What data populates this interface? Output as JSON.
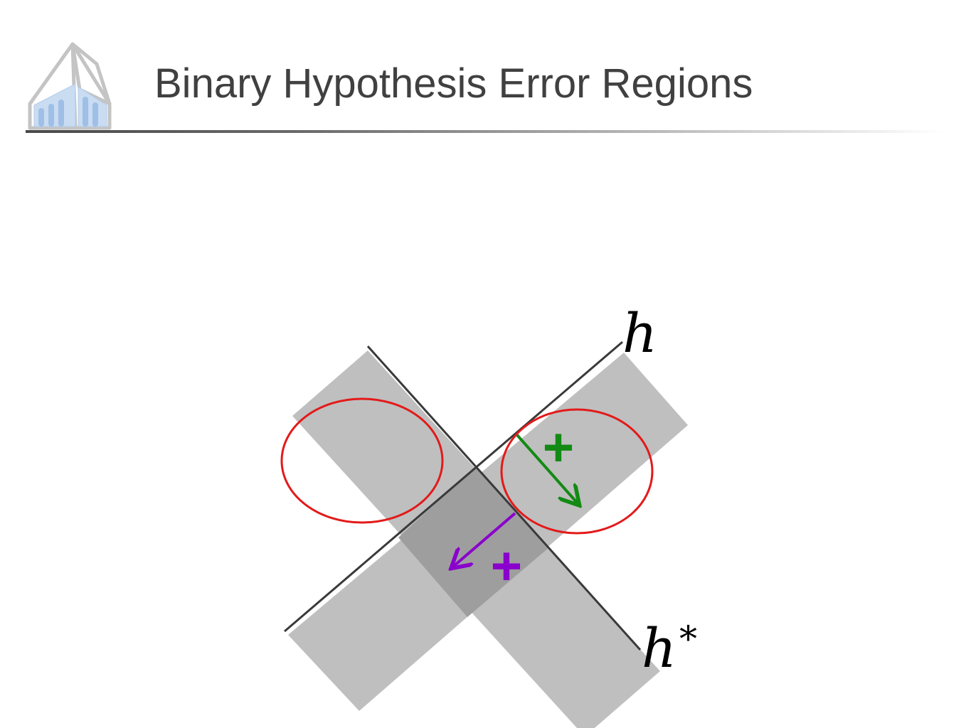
{
  "slide": {
    "title": "Binary Hypothesis Error Regions"
  },
  "logo": {
    "icon": "chapel-logo-icon"
  },
  "diagram": {
    "labels": {
      "h": "h",
      "h_star_base": "h",
      "h_star_sup": "*",
      "plus_green": "+",
      "plus_purple": "+"
    },
    "colors": {
      "band": "#bfbfbf",
      "overlap": "#9e9e9e",
      "line": "#3a3a3a",
      "ellipse": "#e31a1a",
      "green": "#138a13",
      "purple": "#8a00cc",
      "title": "#404040"
    }
  }
}
